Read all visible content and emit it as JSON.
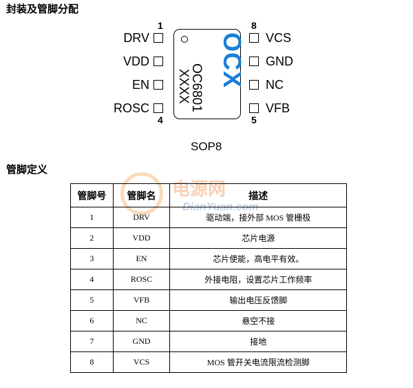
{
  "headings": {
    "package_section": "封装及管脚分配",
    "pin_definition": "管脚定义"
  },
  "chip": {
    "logo": "OCX",
    "model": "OC6801",
    "code": "XXXX",
    "package": "SOP8"
  },
  "pin_numbers": {
    "top_left": "1",
    "top_right": "8",
    "bottom_left": "4",
    "bottom_right": "5"
  },
  "left_pins": [
    "DRV",
    "VDD",
    "EN",
    "ROSC"
  ],
  "right_pins": [
    "VCS",
    "GND",
    "NC",
    "VFB"
  ],
  "watermark": {
    "main": "电源网",
    "sub": "DianYuan.com"
  },
  "table": {
    "headers": [
      "管脚号",
      "管脚名",
      "描述"
    ],
    "rows": [
      [
        "1",
        "DRV",
        "驱动端，接外部 MOS 管栅极"
      ],
      [
        "2",
        "VDD",
        "芯片电源"
      ],
      [
        "3",
        "EN",
        "芯片使能，高电平有效。"
      ],
      [
        "4",
        "ROSC",
        "外接电阻，设置芯片工作频率"
      ],
      [
        "5",
        "VFB",
        "输出电压反馈脚"
      ],
      [
        "6",
        "NC",
        "悬空不接"
      ],
      [
        "7",
        "GND",
        "接地"
      ],
      [
        "8",
        "VCS",
        "MOS 管开关电流限流检测脚"
      ]
    ]
  },
  "colors": {
    "logo": "#1a7fd6",
    "watermark": "#eb7828"
  }
}
